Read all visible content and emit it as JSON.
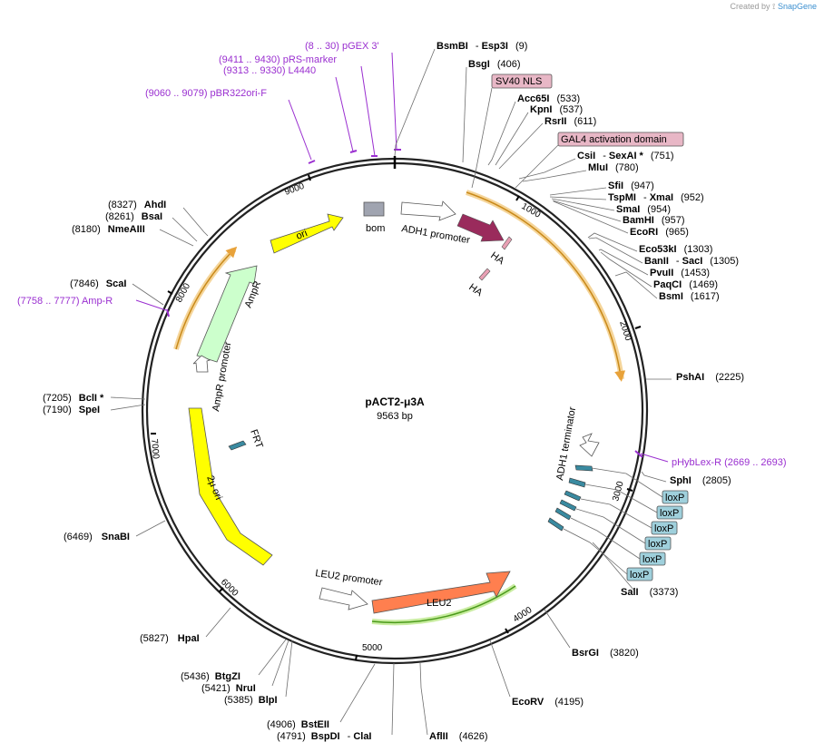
{
  "credit": {
    "prefix": "Created by",
    "brand": "SnapGene"
  },
  "plasmid": {
    "name": "pACT2-μ3A",
    "length_label": "9563 bp"
  },
  "ticks": [
    "1000",
    "2000",
    "3000",
    "4000",
    "5000",
    "6000",
    "7000",
    "8000",
    "9000"
  ],
  "enzymes": {
    "bsmbi": {
      "name": "BsmBI",
      "name2": "Esp3I",
      "pos": "(9)"
    },
    "bsgi": {
      "name": "BsgI",
      "pos": "(406)"
    },
    "acc65i": {
      "name": "Acc65I",
      "pos": "(533)"
    },
    "kpni": {
      "name": "KpnI",
      "pos": "(537)"
    },
    "rsrii": {
      "name": "RsrII",
      "pos": "(611)"
    },
    "csii": {
      "name": "CsiI",
      "name2": "SexAI *",
      "pos": "(751)"
    },
    "mlui": {
      "name": "MluI",
      "pos": "(780)"
    },
    "sfii": {
      "name": "SfiI",
      "pos": "(947)"
    },
    "tspmi": {
      "name": "TspMI",
      "name2": "XmaI",
      "pos": "(952)"
    },
    "smai": {
      "name": "SmaI",
      "pos": "(954)"
    },
    "bamhi": {
      "name": "BamHI",
      "pos": "(957)"
    },
    "ecori": {
      "name": "EcoRI",
      "pos": "(965)"
    },
    "eco53ki": {
      "name": "Eco53kI",
      "pos": "(1303)"
    },
    "banii": {
      "name": "BanII",
      "name2": "SacI",
      "pos": "(1305)"
    },
    "pvuii": {
      "name": "PvuII",
      "pos": "(1453)"
    },
    "paqci": {
      "name": "PaqCI",
      "pos": "(1469)"
    },
    "bsmi": {
      "name": "BsmI",
      "pos": "(1617)"
    },
    "pshai": {
      "name": "PshAI",
      "pos": "(2225)"
    },
    "sphi": {
      "name": "SphI",
      "pos": "(2805)"
    },
    "sali": {
      "name": "SalI",
      "pos": "(3373)"
    },
    "bsrgi": {
      "name": "BsrGI",
      "pos": "(3820)"
    },
    "ecorv": {
      "name": "EcoRV",
      "pos": "(4195)"
    },
    "aflii": {
      "name": "AflII",
      "pos": "(4626)"
    },
    "bspdi": {
      "name": "BspDI",
      "name2": "ClaI",
      "pos": "(4791)"
    },
    "bsteii": {
      "name": "BstEII",
      "pos": "(4906)"
    },
    "blpi": {
      "name": "BlpI",
      "pos": "(5385)"
    },
    "nrui": {
      "name": "NruI",
      "pos": "(5421)"
    },
    "btgzi": {
      "name": "BtgZI",
      "pos": "(5436)"
    },
    "hpai": {
      "name": "HpaI",
      "pos": "(5827)"
    },
    "snabi": {
      "name": "SnaBI",
      "pos": "(6469)"
    },
    "spei": {
      "name": "SpeI",
      "pos": "(7190)"
    },
    "bcli": {
      "name": "BclI *",
      "pos": "(7205)"
    },
    "scai": {
      "name": "ScaI",
      "pos": "(7846)"
    },
    "nmeaiii": {
      "name": "NmeAIII",
      "pos": "(8180)"
    },
    "bsai": {
      "name": "BsaI",
      "pos": "(8261)"
    },
    "ahdi": {
      "name": "AhdI",
      "pos": "(8327)"
    }
  },
  "primers": {
    "pgex3": "(8 .. 30)  pGEX 3'",
    "prsmarker": "(9411 .. 9430)  pRS-marker",
    "l4440": "(9313 .. 9330)  L4440",
    "pbr322": "(9060 .. 9079)  pBR322ori-F",
    "ampr": "(7758 .. 7777)  Amp-R",
    "phyblex": "pHybLex-R    (2669 .. 2693)"
  },
  "features": {
    "sv40nls": "SV40 NLS",
    "gal4": "GAL4 activation domain",
    "bom": "bom",
    "ori": "ori",
    "adh1promoter": "ADH1 promoter",
    "ha1": "HA",
    "ha2": "HA",
    "ampr": "AmpR",
    "amprpromoter": "AmpR promoter",
    "frt": "FRT",
    "twomu": "2μ ori",
    "leu2promoter": "LEU2 promoter",
    "leu2": "LEU2",
    "adh1term": "ADH1 terminator",
    "loxp": [
      "loxP",
      "loxP",
      "loxP",
      "loxP",
      "loxP",
      "loxP"
    ]
  },
  "colors": {
    "ori": "#ffff00",
    "two_mu": "#ffff00",
    "ampr": "#ccffcc",
    "leu2": "#ff7f4f",
    "adh1_orf": "#9a2b5c",
    "ha": "#e8a0b4",
    "loxp": "#3a8aa0",
    "frt": "#3a8aa0",
    "bom": "#a0a4b0",
    "orf_highlight": "#e8b15a",
    "leu2_highlight": "#4a9a1a",
    "primer": "#9a2fd0",
    "label_box_pink": "#e8b7c6",
    "label_box_blue": "#9fd0dc"
  }
}
